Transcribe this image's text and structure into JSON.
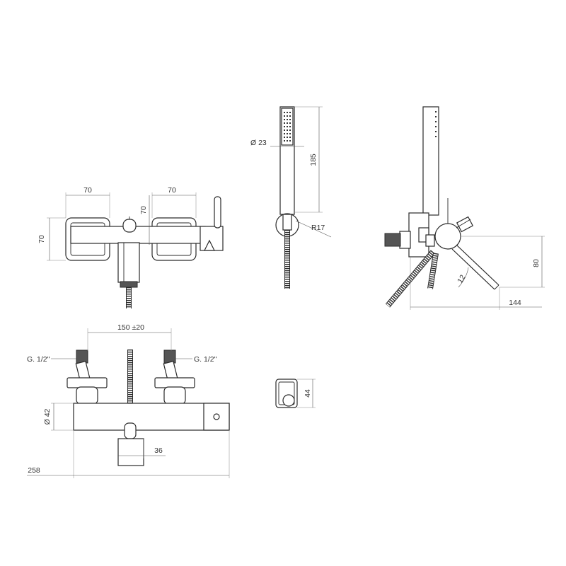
{
  "front_view": {
    "dim_top_left": "70",
    "dim_top_right": "70",
    "dim_vertical_middle": "70",
    "dim_height_left": "70"
  },
  "handshower_view": {
    "dim_diameter": "Ø 23",
    "dim_length": "185",
    "dim_radius": "R17"
  },
  "side_view": {
    "dim_height": "80",
    "dim_angle": "12",
    "dim_depth": "144"
  },
  "top_view": {
    "dim_centers": "150 ±20",
    "thread_left": "G. 1/2\"",
    "thread_right": "G. 1/2\"",
    "dim_diameter": "Ø 42",
    "dim_spout": "36",
    "dim_total_width": "258"
  },
  "wall_bracket_view": {
    "dim_height": "44"
  }
}
